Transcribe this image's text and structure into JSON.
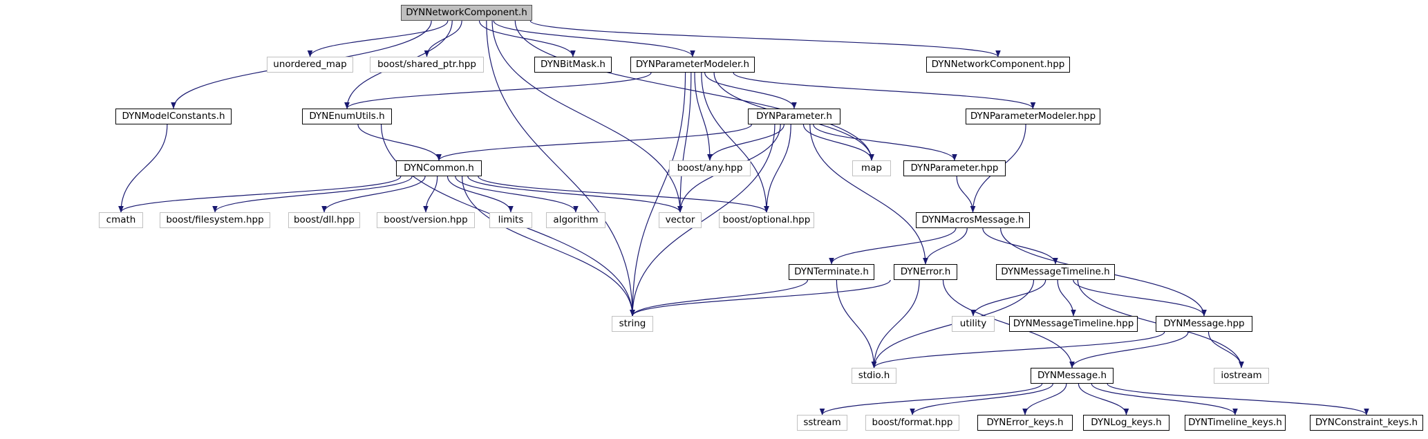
{
  "nodes": {
    "n0": {
      "label": "DYNNetworkComponent.h",
      "kind": "root"
    },
    "n1": {
      "label": "unordered_map",
      "kind": "ext"
    },
    "n2": {
      "label": "boost/shared_ptr.hpp",
      "kind": "ext"
    },
    "n3": {
      "label": "DYNBitMask.h",
      "kind": "doc"
    },
    "n4": {
      "label": "DYNParameterModeler.h",
      "kind": "doc"
    },
    "n5": {
      "label": "DYNNetworkComponent.hpp",
      "kind": "doc"
    },
    "n6": {
      "label": "DYNModelConstants.h",
      "kind": "doc"
    },
    "n7": {
      "label": "DYNEnumUtils.h",
      "kind": "doc"
    },
    "n8": {
      "label": "DYNParameter.h",
      "kind": "doc"
    },
    "n9": {
      "label": "DYNParameterModeler.hpp",
      "kind": "doc"
    },
    "n10": {
      "label": "DYNCommon.h",
      "kind": "doc"
    },
    "n11": {
      "label": "boost/any.hpp",
      "kind": "ext"
    },
    "n12": {
      "label": "map",
      "kind": "ext"
    },
    "n13": {
      "label": "DYNParameter.hpp",
      "kind": "doc"
    },
    "n14": {
      "label": "cmath",
      "kind": "ext"
    },
    "n15": {
      "label": "boost/filesystem.hpp",
      "kind": "ext"
    },
    "n16": {
      "label": "boost/dll.hpp",
      "kind": "ext"
    },
    "n17": {
      "label": "boost/version.hpp",
      "kind": "ext"
    },
    "n18": {
      "label": "limits",
      "kind": "ext"
    },
    "n19": {
      "label": "algorithm",
      "kind": "ext"
    },
    "n20": {
      "label": "vector",
      "kind": "ext"
    },
    "n21": {
      "label": "boost/optional.hpp",
      "kind": "ext"
    },
    "n22": {
      "label": "DYNMacrosMessage.h",
      "kind": "doc"
    },
    "n23": {
      "label": "DYNTerminate.h",
      "kind": "doc"
    },
    "n24": {
      "label": "DYNError.h",
      "kind": "doc"
    },
    "n25": {
      "label": "DYNMessageTimeline.h",
      "kind": "doc"
    },
    "n26": {
      "label": "string",
      "kind": "ext"
    },
    "n27": {
      "label": "utility",
      "kind": "ext"
    },
    "n28": {
      "label": "DYNMessageTimeline.hpp",
      "kind": "doc"
    },
    "n29": {
      "label": "DYNMessage.hpp",
      "kind": "doc"
    },
    "n30": {
      "label": "stdio.h",
      "kind": "ext"
    },
    "n31": {
      "label": "DYNMessage.h",
      "kind": "doc"
    },
    "n32": {
      "label": "iostream",
      "kind": "ext"
    },
    "n33": {
      "label": "sstream",
      "kind": "ext"
    },
    "n34": {
      "label": "boost/format.hpp",
      "kind": "ext"
    },
    "n35": {
      "label": "DYNError_keys.h",
      "kind": "doc"
    },
    "n36": {
      "label": "DYNLog_keys.h",
      "kind": "doc"
    },
    "n37": {
      "label": "DYNTimeline_keys.h",
      "kind": "doc"
    },
    "n38": {
      "label": "DYNConstraint_keys.h",
      "kind": "doc"
    }
  },
  "edges": [
    [
      "n0",
      "n1"
    ],
    [
      "n0",
      "n2"
    ],
    [
      "n0",
      "n3"
    ],
    [
      "n0",
      "n4"
    ],
    [
      "n0",
      "n5"
    ],
    [
      "n0",
      "n6"
    ],
    [
      "n0",
      "n7"
    ],
    [
      "n0",
      "n12"
    ],
    [
      "n0",
      "n20"
    ],
    [
      "n0",
      "n26"
    ],
    [
      "n4",
      "n7"
    ],
    [
      "n4",
      "n8"
    ],
    [
      "n4",
      "n9"
    ],
    [
      "n4",
      "n11"
    ],
    [
      "n4",
      "n12"
    ],
    [
      "n4",
      "n20"
    ],
    [
      "n4",
      "n21"
    ],
    [
      "n4",
      "n26"
    ],
    [
      "n6",
      "n14"
    ],
    [
      "n7",
      "n10"
    ],
    [
      "n7",
      "n26"
    ],
    [
      "n8",
      "n10"
    ],
    [
      "n8",
      "n11"
    ],
    [
      "n8",
      "n12"
    ],
    [
      "n8",
      "n13"
    ],
    [
      "n8",
      "n20"
    ],
    [
      "n8",
      "n21"
    ],
    [
      "n8",
      "n24"
    ],
    [
      "n8",
      "n26"
    ],
    [
      "n9",
      "n22"
    ],
    [
      "n10",
      "n14"
    ],
    [
      "n10",
      "n15"
    ],
    [
      "n10",
      "n16"
    ],
    [
      "n10",
      "n17"
    ],
    [
      "n10",
      "n18"
    ],
    [
      "n10",
      "n19"
    ],
    [
      "n10",
      "n20"
    ],
    [
      "n10",
      "n21"
    ],
    [
      "n10",
      "n26"
    ],
    [
      "n13",
      "n22"
    ],
    [
      "n22",
      "n23"
    ],
    [
      "n22",
      "n24"
    ],
    [
      "n22",
      "n25"
    ],
    [
      "n22",
      "n29"
    ],
    [
      "n23",
      "n26"
    ],
    [
      "n23",
      "n30"
    ],
    [
      "n24",
      "n26"
    ],
    [
      "n24",
      "n30"
    ],
    [
      "n24",
      "n31"
    ],
    [
      "n25",
      "n27"
    ],
    [
      "n25",
      "n28"
    ],
    [
      "n25",
      "n29"
    ],
    [
      "n25",
      "n30"
    ],
    [
      "n25",
      "n32"
    ],
    [
      "n29",
      "n30"
    ],
    [
      "n29",
      "n31"
    ],
    [
      "n29",
      "n32"
    ],
    [
      "n31",
      "n33"
    ],
    [
      "n31",
      "n34"
    ],
    [
      "n31",
      "n35"
    ],
    [
      "n31",
      "n36"
    ],
    [
      "n31",
      "n37"
    ],
    [
      "n31",
      "n38"
    ]
  ],
  "colors": {
    "edge": "#191970",
    "root_fill": "#bfbfbf",
    "ext_border": "#c0c0c0",
    "doc_border": "#000000"
  }
}
